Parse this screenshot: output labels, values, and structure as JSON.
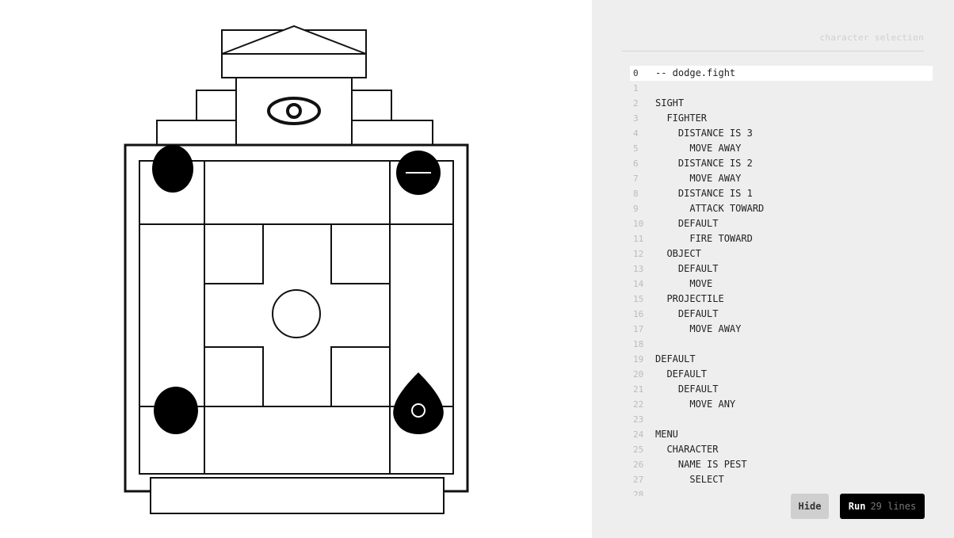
{
  "panel": {
    "title": "character selection",
    "code_lines": [
      {
        "n": "0",
        "text": "-- dodge.fight"
      },
      {
        "n": "1",
        "text": ""
      },
      {
        "n": "2",
        "text": "SIGHT"
      },
      {
        "n": "3",
        "text": "  FIGHTER"
      },
      {
        "n": "4",
        "text": "    DISTANCE IS 3"
      },
      {
        "n": "5",
        "text": "      MOVE AWAY"
      },
      {
        "n": "6",
        "text": "    DISTANCE IS 2"
      },
      {
        "n": "7",
        "text": "      MOVE AWAY"
      },
      {
        "n": "8",
        "text": "    DISTANCE IS 1"
      },
      {
        "n": "9",
        "text": "      ATTACK TOWARD"
      },
      {
        "n": "10",
        "text": "    DEFAULT"
      },
      {
        "n": "11",
        "text": "      FIRE TOWARD"
      },
      {
        "n": "12",
        "text": "  OBJECT"
      },
      {
        "n": "13",
        "text": "    DEFAULT"
      },
      {
        "n": "14",
        "text": "      MOVE"
      },
      {
        "n": "15",
        "text": "  PROJECTILE"
      },
      {
        "n": "16",
        "text": "    DEFAULT"
      },
      {
        "n": "17",
        "text": "      MOVE AWAY"
      },
      {
        "n": "18",
        "text": ""
      },
      {
        "n": "19",
        "text": "DEFAULT"
      },
      {
        "n": "20",
        "text": "  DEFAULT"
      },
      {
        "n": "21",
        "text": "    DEFAULT"
      },
      {
        "n": "22",
        "text": "      MOVE ANY"
      },
      {
        "n": "23",
        "text": ""
      },
      {
        "n": "24",
        "text": "MENU"
      },
      {
        "n": "25",
        "text": "  CHARACTER"
      },
      {
        "n": "26",
        "text": "    NAME IS PEST"
      },
      {
        "n": "27",
        "text": "      SELECT"
      },
      {
        "n": "28",
        "text": ""
      }
    ],
    "hide_label": "Hide",
    "run_label": "Run",
    "run_count": "29 lines"
  }
}
